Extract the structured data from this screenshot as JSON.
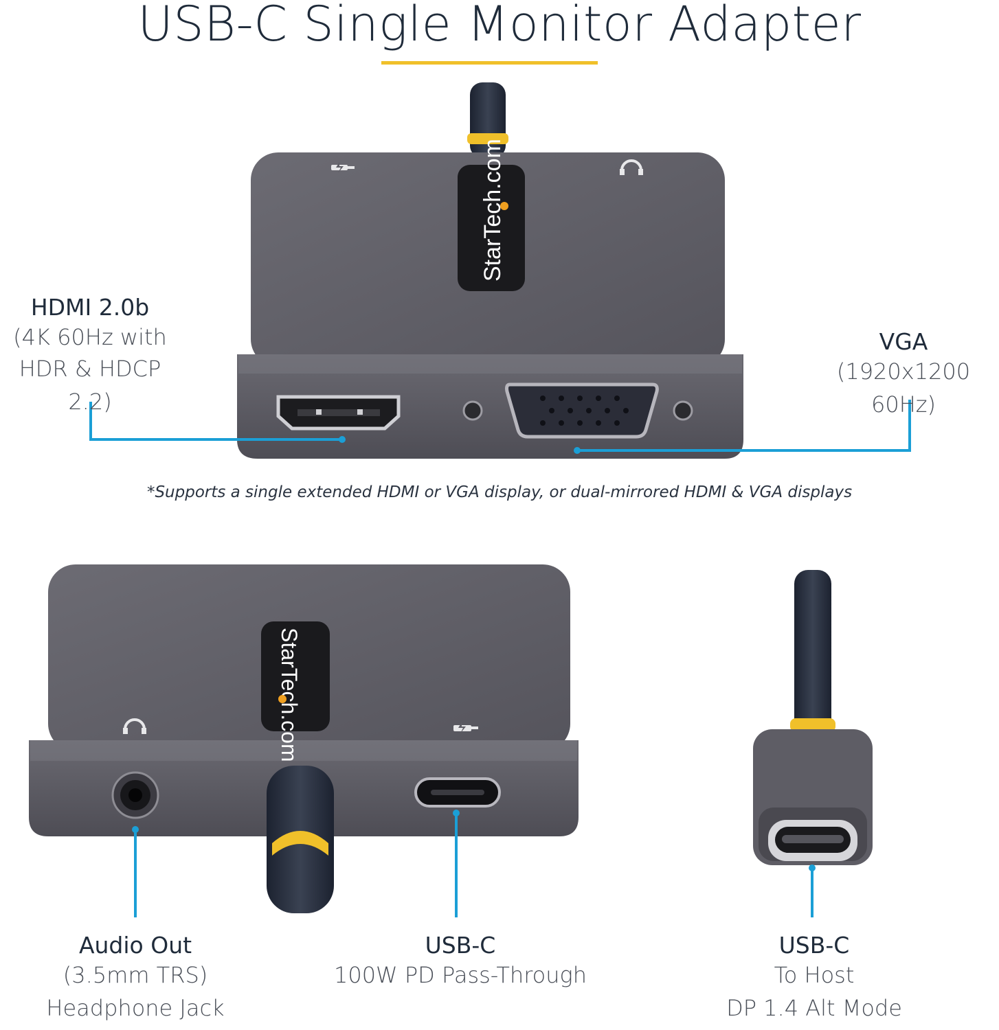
{
  "title": "USB-C Single Monitor Adapter",
  "brand": "StarTech.com",
  "colors": {
    "accent_yellow": "#f0c02a",
    "callout_blue": "#1b9fd6",
    "device_gray": "#5d5c64",
    "text_navy": "#1f2b3a"
  },
  "callouts": {
    "hdmi": {
      "title": "HDMI 2.0b",
      "lines": [
        "(4K 60Hz with",
        "HDR & HDCP 2.2)"
      ]
    },
    "vga": {
      "title": "VGA",
      "lines": [
        "(1920x1200 60Hz)"
      ]
    },
    "audio": {
      "title": "Audio Out",
      "lines": [
        "(3.5mm TRS)",
        "Headphone Jack"
      ]
    },
    "usbc_pd": {
      "title": "USB-C",
      "lines": [
        "100W PD Pass-Through"
      ]
    },
    "usbc_host": {
      "title": "USB-C",
      "lines": [
        "To Host",
        "DP 1.4 Alt Mode"
      ]
    }
  },
  "note": "*Supports a single extended HDMI or VGA display, or dual-mirrored HDMI & VGA displays",
  "icons": [
    "power-plug-icon",
    "headphone-icon"
  ]
}
